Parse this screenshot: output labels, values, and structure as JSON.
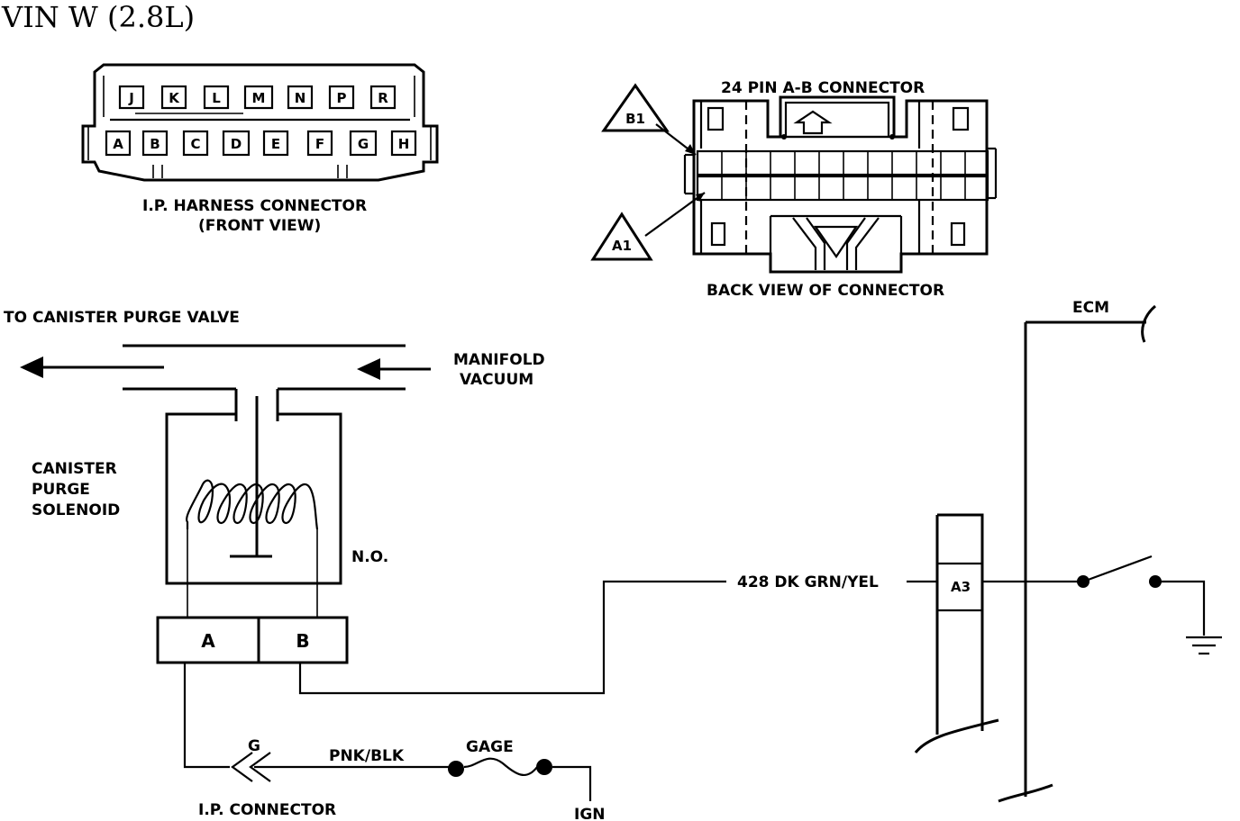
{
  "title": "VIN  W  (2.8L)",
  "ip_harness_connector": {
    "top_pins": [
      "J",
      "K",
      "L",
      "M",
      "N",
      "P",
      "R"
    ],
    "bottom_pins": [
      "A",
      "B",
      "C",
      "D",
      "E",
      "F",
      "G",
      "H"
    ],
    "caption_line1": "I.P. HARNESS CONNECTOR",
    "caption_line2": "(FRONT VIEW)"
  },
  "ab_connector": {
    "title": "24 PIN A-B  CONNECTOR",
    "caption": "BACK VIEW OF CONNECTOR",
    "marker_b1": "B1",
    "marker_a1": "A1"
  },
  "labels": {
    "to_canister": "TO CANISTER  PURGE  VALVE",
    "manifold_line1": "MANIFOLD",
    "manifold_line2": "VACUUM",
    "solenoid_line1": "CANISTER",
    "solenoid_line2": "PURGE",
    "solenoid_line3": "SOLENOID",
    "no": "N.O.",
    "terminal_a": "A",
    "terminal_b": "B",
    "wire_428": "428 DK GRN/YEL",
    "ecm_terminal": "A3",
    "ecm": "ECM",
    "ip_terminal": "G",
    "wire_pnk": "PNK/BLK",
    "gage": "GAGE",
    "ip_connector": "I.P. CONNECTOR",
    "ign": "IGN"
  }
}
